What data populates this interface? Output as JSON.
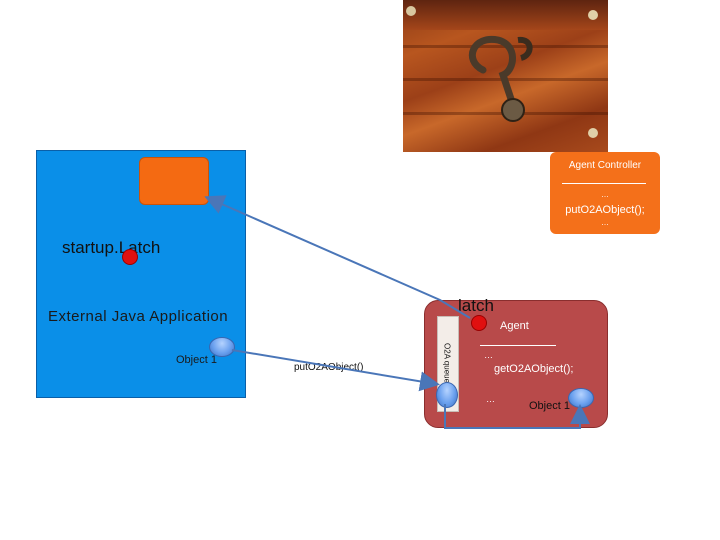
{
  "external_app": {
    "title": "External Java Application",
    "object_label": "Object 1"
  },
  "startup_latch": {
    "label": "startup.Latch"
  },
  "agent_controller": {
    "title": "Agent Controller",
    "dots_top": "…",
    "method": "putO2AObject();",
    "dots_bottom": "…"
  },
  "agent": {
    "latch_label": "latch",
    "queue_label": "O2A queue",
    "title": "Agent",
    "dots_top": "…",
    "method": "getO2AObject();",
    "dots_bottom": "…",
    "object_label": "Object 1"
  },
  "connector": {
    "put_label": "putO2AObject()"
  },
  "colors": {
    "external_app": "#0a8fe8",
    "controller": "#f46a12",
    "agent": "#b84a4a",
    "arrow": "#4a76b8",
    "latch_dot": "#e01010"
  }
}
